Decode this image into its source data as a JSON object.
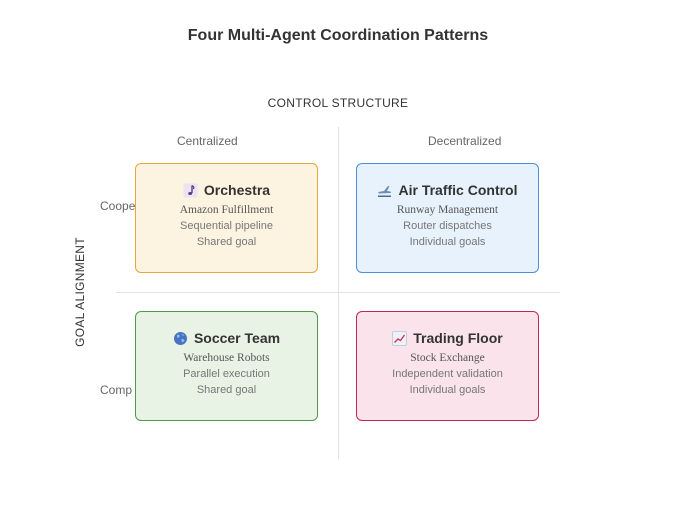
{
  "title": "Four Multi-Agent Coordination Patterns",
  "axes": {
    "x_title": "CONTROL STRUCTURE",
    "x_left": "Centralized",
    "x_right": "Decentralized",
    "y_title": "GOAL ALIGNMENT",
    "y_top": "Coope",
    "y_bottom": "Comp"
  },
  "quadrants": [
    {
      "name": "Orchestra",
      "icon": "music-note-icon",
      "example": "Amazon Fulfillment",
      "line1": "Sequential pipeline",
      "line2": "Shared goal",
      "fill": "#fdf3e1",
      "border": "#e7a53c"
    },
    {
      "name": "Air Traffic Control",
      "icon": "airplane-icon",
      "example": "Runway Management",
      "line1": "Router dispatches",
      "line2": "Individual goals",
      "fill": "#e7f2fc",
      "border": "#4a90d9"
    },
    {
      "name": "Soccer Team",
      "icon": "globe-icon",
      "example": "Warehouse Robots",
      "line1": "Parallel execution",
      "line2": "Shared goal",
      "fill": "#e9f3e5",
      "border": "#4f9a48"
    },
    {
      "name": "Trading Floor",
      "icon": "chart-up-icon",
      "example": "Stock Exchange",
      "line1": "Independent validation",
      "line2": "Individual goals",
      "fill": "#fae3ea",
      "border": "#c2255c"
    }
  ]
}
